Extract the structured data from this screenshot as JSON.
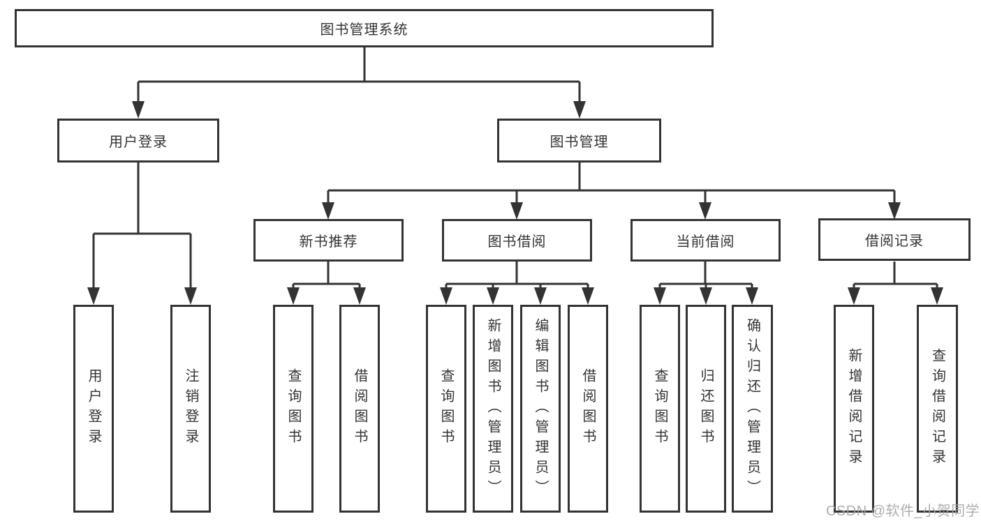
{
  "diagram": {
    "root": {
      "label": "图书管理系统"
    },
    "branches": {
      "user_login": {
        "label": "用户登录"
      },
      "book_mgmt": {
        "label": "图书管理"
      }
    },
    "modules": {
      "new_books": {
        "label": "新书推荐"
      },
      "book_borrow": {
        "label": "图书借阅"
      },
      "current_borrow": {
        "label": "当前借阅"
      },
      "borrow_records": {
        "label": "借阅记录"
      }
    },
    "leaves": {
      "user_login": [
        "用户登录",
        "注销登录"
      ],
      "new_books": [
        "查询图书",
        "借阅图书"
      ],
      "book_borrow": [
        "查询图书",
        "新增图书（管理员）",
        "编辑图书（管理员）",
        "借阅图书"
      ],
      "current_borrow": [
        "查询图书",
        "归还图书",
        "确认归还（管理员）"
      ],
      "borrow_records": [
        "新增借阅记录",
        "查询借阅记录"
      ]
    }
  },
  "watermark": {
    "text": "CSDN @软件_小贺同学"
  },
  "colors": {
    "line": "#333333",
    "box_border": "#333333",
    "text": "#333333",
    "box_background": "#ffffff",
    "watermark": "#a5a5a5",
    "background": "#ffffff"
  }
}
